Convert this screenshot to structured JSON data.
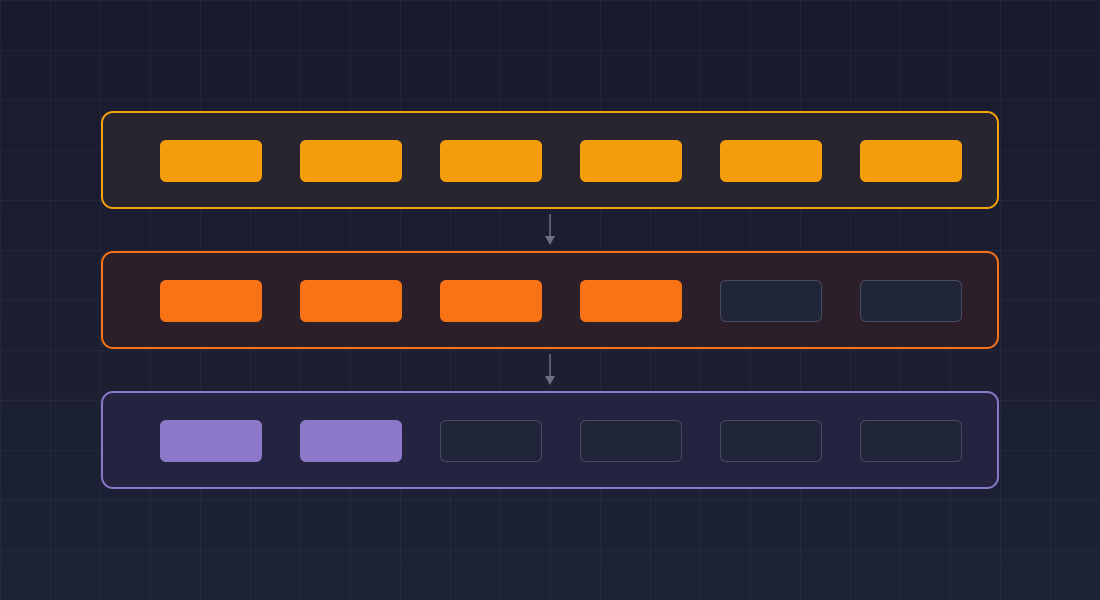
{
  "diagram": {
    "rows": [
      {
        "border_color": "#f5a30d",
        "fill_color": "#282530",
        "active_color": "#f59e0b",
        "filled_count": 6,
        "total_count": 6
      },
      {
        "border_color": "#f97316",
        "fill_color": "#2c1f2a",
        "active_color": "#f97316",
        "filled_count": 4,
        "total_count": 6
      },
      {
        "border_color": "#8b78c9",
        "fill_color": "#242340",
        "active_color": "#8b78c9",
        "filled_count": 2,
        "total_count": 6
      }
    ],
    "arrow_color": "#6b7080",
    "empty_cell_color": "#20253a",
    "empty_cell_border": "#464b5e"
  }
}
